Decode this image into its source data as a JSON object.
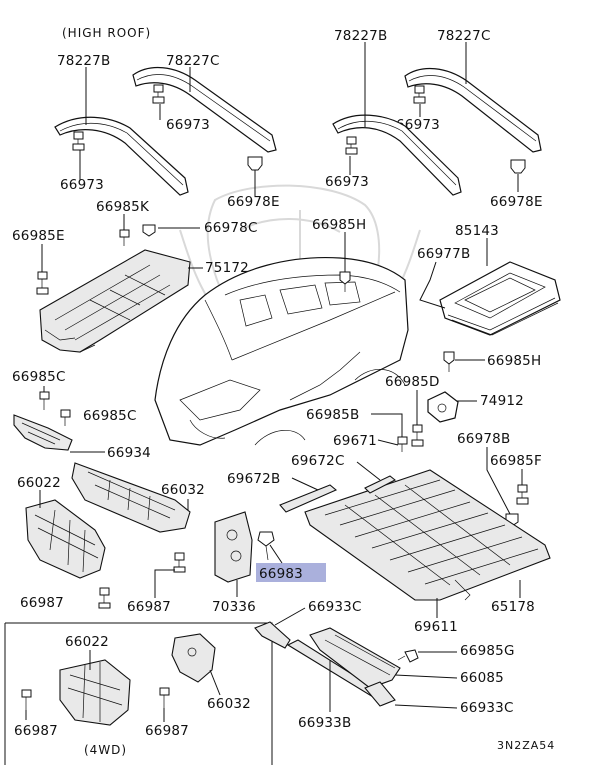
{
  "diagram": {
    "note_high_roof": "(HIGH ROOF)",
    "note_4wd": "(4WD)",
    "diagram_code": "3N2ZA54",
    "highlighted_part": "66983",
    "callouts": {
      "c78227B_l": "78227B",
      "c78227C_l": "78227C",
      "c66973_l1": "66973",
      "c66973_l2": "66973",
      "c66978E_l": "66978E",
      "c78227B_r": "78227B",
      "c78227C_r": "78227C",
      "c66973_r1": "66973",
      "c66973_r2": "66973",
      "c66978E_r": "66978E",
      "c66985K": "66985K",
      "c66985E": "66985E",
      "c66978C": "66978C",
      "c75172": "75172",
      "c66985H_top": "66985H",
      "c85143": "85143",
      "c66977B": "66977B",
      "c66985H_mid": "66985H",
      "c66985C_l": "66985C",
      "c66985C_r": "66985C",
      "c66934": "66934",
      "c66985D": "66985D",
      "c74912": "74912",
      "c66985B": "66985B",
      "c69671": "69671",
      "c66978B": "66978B",
      "c69672C": "69672C",
      "c69672B": "69672B",
      "c66985F": "66985F",
      "c66022_a": "66022",
      "c66032_a": "66032",
      "c66983": "66983",
      "c66987_a": "66987",
      "c66987_b": "66987",
      "c70336": "70336",
      "c66933C_a": "66933C",
      "c69611": "69611",
      "c65178": "65178",
      "c66022_b": "66022",
      "c66032_b": "66032",
      "c66985G": "66985G",
      "c66085": "66085",
      "c66987_c": "66987",
      "c66987_d": "66987",
      "c66933B": "66933B",
      "c66933C_b": "66933C"
    }
  }
}
